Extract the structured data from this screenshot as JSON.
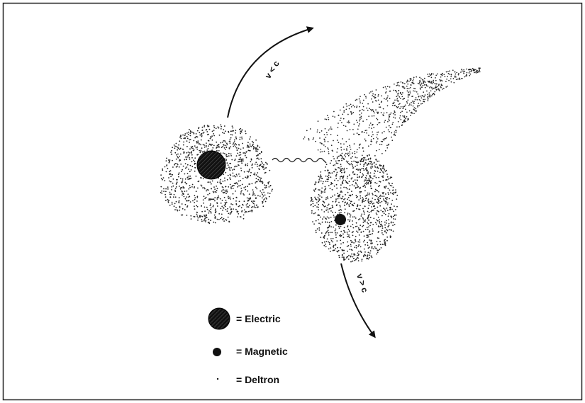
{
  "diagram": {
    "top_arrow_label": "v < c",
    "bottom_arrow_label": "v > c",
    "legend": [
      {
        "symbol": "electric-dot",
        "text": "= Electric"
      },
      {
        "symbol": "magnetic-dot",
        "text": "= Magnetic"
      },
      {
        "symbol": "deltron-dot",
        "text": "= Deltron"
      }
    ]
  }
}
